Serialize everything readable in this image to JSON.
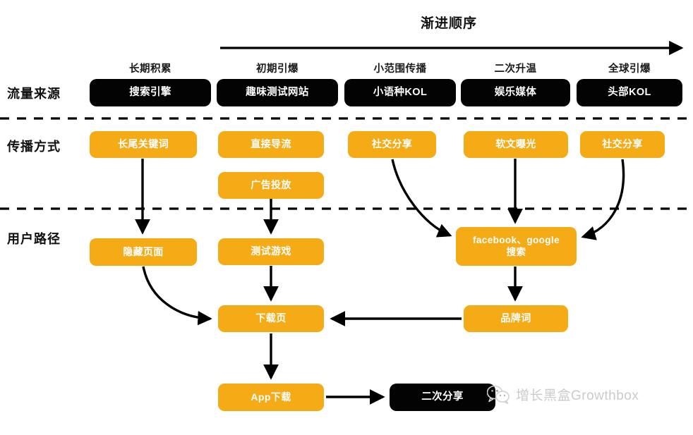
{
  "diagram": {
    "title": "渐进顺序",
    "progress_axis": {
      "name": "progress-arrow",
      "direction": "left-to-right"
    },
    "stage_labels": [
      {
        "id": "stage-1",
        "label": "长期积累"
      },
      {
        "id": "stage-2",
        "label": "初期引爆"
      },
      {
        "id": "stage-3",
        "label": "小范围传播"
      },
      {
        "id": "stage-4",
        "label": "二次升温"
      },
      {
        "id": "stage-5",
        "label": "全球引爆"
      }
    ],
    "row_labels": [
      {
        "id": "row-traffic-source",
        "label": "流量来源"
      },
      {
        "id": "row-spread-method",
        "label": "传播方式"
      },
      {
        "id": "row-user-path",
        "label": "用户路径"
      }
    ],
    "nodes": {
      "traffic_sources": [
        {
          "id": "n-search-engine",
          "label": "搜索引擎"
        },
        {
          "id": "n-fun-test-site",
          "label": "趣味测试网站"
        },
        {
          "id": "n-minor-language-kol",
          "label": "小语种KOL"
        },
        {
          "id": "n-entertainment-media",
          "label": "娱乐媒体"
        },
        {
          "id": "n-top-kol",
          "label": "头部KOL"
        }
      ],
      "spread_methods": [
        {
          "id": "n-longtail-keyword",
          "label": "长尾关键词"
        },
        {
          "id": "n-direct-traffic",
          "label": "直接导流"
        },
        {
          "id": "n-ad-placement",
          "label": "广告投放"
        },
        {
          "id": "n-social-share-1",
          "label": "社交分享"
        },
        {
          "id": "n-soft-article-exposure",
          "label": "软文曝光"
        },
        {
          "id": "n-social-share-2",
          "label": "社交分享"
        }
      ],
      "user_paths": [
        {
          "id": "n-hidden-page",
          "label": "隐藏页面"
        },
        {
          "id": "n-test-game",
          "label": "测试游戏"
        },
        {
          "id": "n-fb-google-search-line1",
          "label": "facebook、google"
        },
        {
          "id": "n-fb-google-search-line2",
          "label": "搜索"
        },
        {
          "id": "n-brand-keyword",
          "label": "品牌词"
        },
        {
          "id": "n-download-page",
          "label": "下载页"
        },
        {
          "id": "n-app-download",
          "label": "App下载"
        },
        {
          "id": "n-second-share",
          "label": "二次分享"
        }
      ]
    },
    "colors": {
      "orange": "#f5ab16",
      "black": "#030303",
      "text_on_node": "#ffffff",
      "watermark": "#cbcbcb"
    },
    "watermark": {
      "icon": "wechat-icon",
      "text": "增长黑盒Growthbox"
    }
  }
}
